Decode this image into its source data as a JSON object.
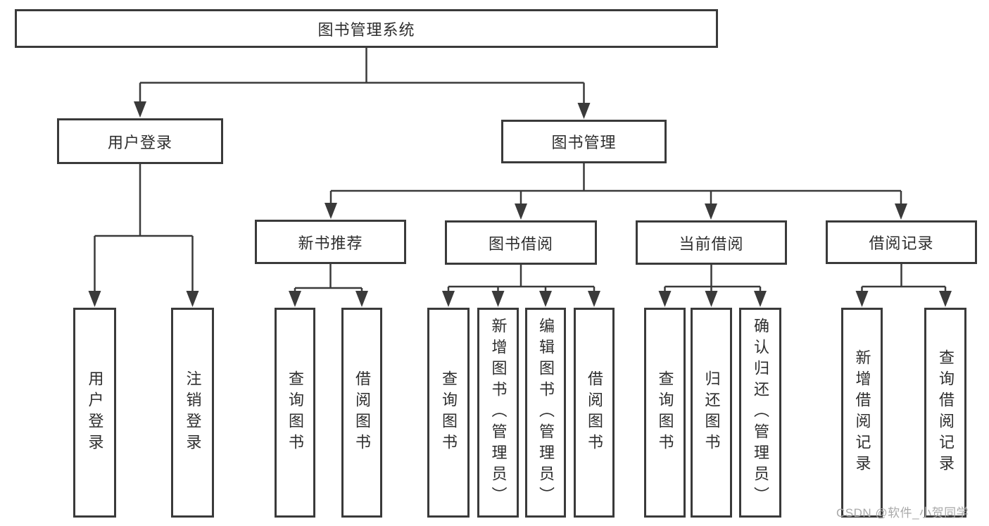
{
  "diagram": {
    "root": {
      "label": "图书管理系统"
    },
    "branches": [
      {
        "label": "用户登录",
        "children": [
          {
            "label": "用户登录"
          },
          {
            "label": "注销登录"
          }
        ]
      },
      {
        "label": "图书管理",
        "children": [
          {
            "label": "新书推荐",
            "children": [
              {
                "label": "查询图书"
              },
              {
                "label": "借阅图书"
              }
            ]
          },
          {
            "label": "图书借阅",
            "children": [
              {
                "label": "查询图书"
              },
              {
                "label": "新增图书（管理员）"
              },
              {
                "label": "编辑图书（管理员）"
              },
              {
                "label": "借阅图书"
              }
            ]
          },
          {
            "label": "当前借阅",
            "children": [
              {
                "label": "查询图书"
              },
              {
                "label": "归还图书"
              },
              {
                "label": "确认归还（管理员）"
              }
            ]
          },
          {
            "label": "借阅记录",
            "children": [
              {
                "label": "新增借阅记录"
              },
              {
                "label": "查询借阅记录"
              }
            ]
          }
        ]
      }
    ]
  },
  "watermark": "CSDN @软件_小贺同学",
  "colors": {
    "line": "#3a3a3a",
    "text": "#2e2e2e",
    "background": "#ffffff",
    "watermark": "#a9a9a9"
  }
}
